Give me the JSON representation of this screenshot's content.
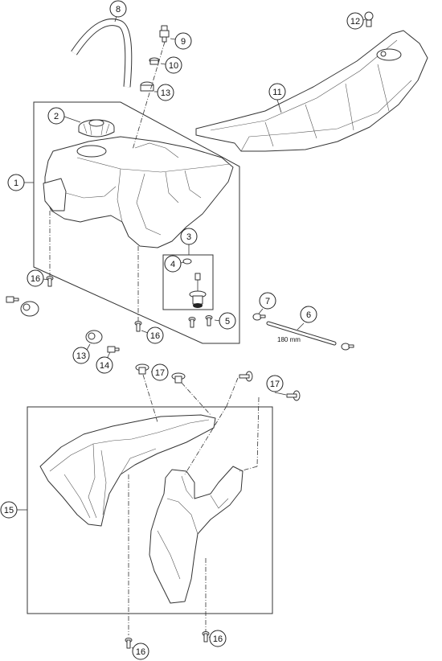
{
  "diagram": {
    "callouts": [
      "1",
      "2",
      "3",
      "4",
      "5",
      "6",
      "7",
      "8",
      "9",
      "10",
      "11",
      "12",
      "13",
      "13",
      "14",
      "15",
      "16",
      "16",
      "16",
      "16",
      "16",
      "17",
      "17"
    ],
    "dimension_label": "180 mm"
  }
}
